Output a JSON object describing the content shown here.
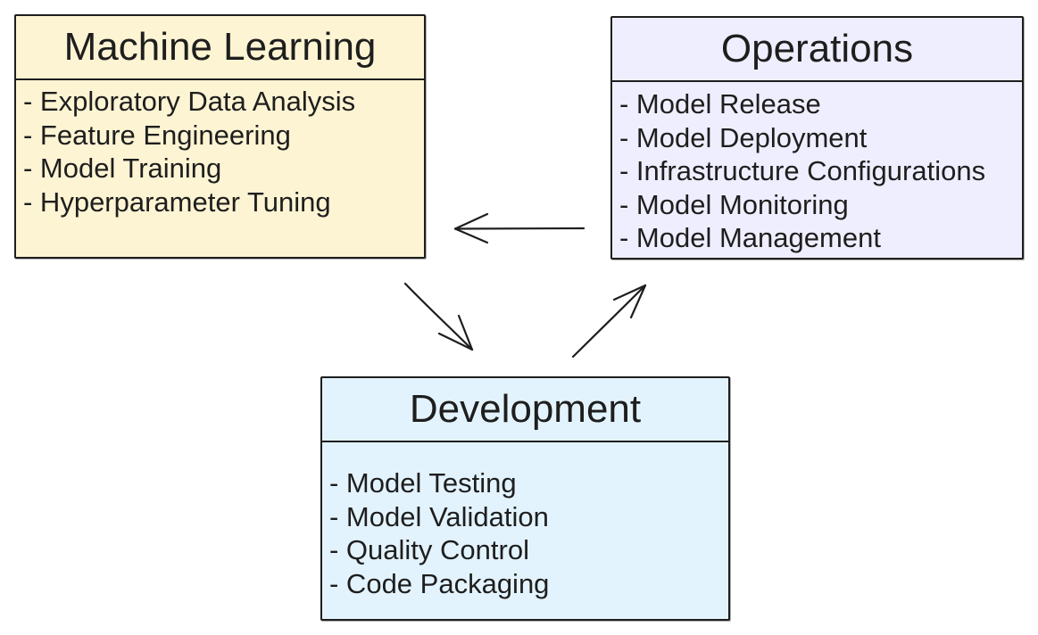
{
  "colors": {
    "machine_learning_fill": "#fdf4d3",
    "operations_fill": "#efeeff",
    "development_fill": "#e3f3fd",
    "stroke": "#1e1e1e"
  },
  "machine_learning": {
    "title": "Machine Learning",
    "items": [
      "- Exploratory Data Analysis",
      "- Feature Engineering",
      "- Model Training",
      "- Hyperparameter Tuning"
    ]
  },
  "operations": {
    "title": "Operations",
    "items": [
      "- Model Release",
      "- Model Deployment",
      "- Infrastructure Configurations",
      "- Model Monitoring",
      "- Model Management"
    ]
  },
  "development": {
    "title": "Development",
    "items": [
      "- Model Testing",
      "- Model Validation",
      "- Quality Control",
      "- Code Packaging"
    ]
  },
  "connections": [
    {
      "from": "operations",
      "to": "machine_learning"
    },
    {
      "from": "machine_learning",
      "to": "development"
    },
    {
      "from": "development",
      "to": "operations"
    }
  ]
}
